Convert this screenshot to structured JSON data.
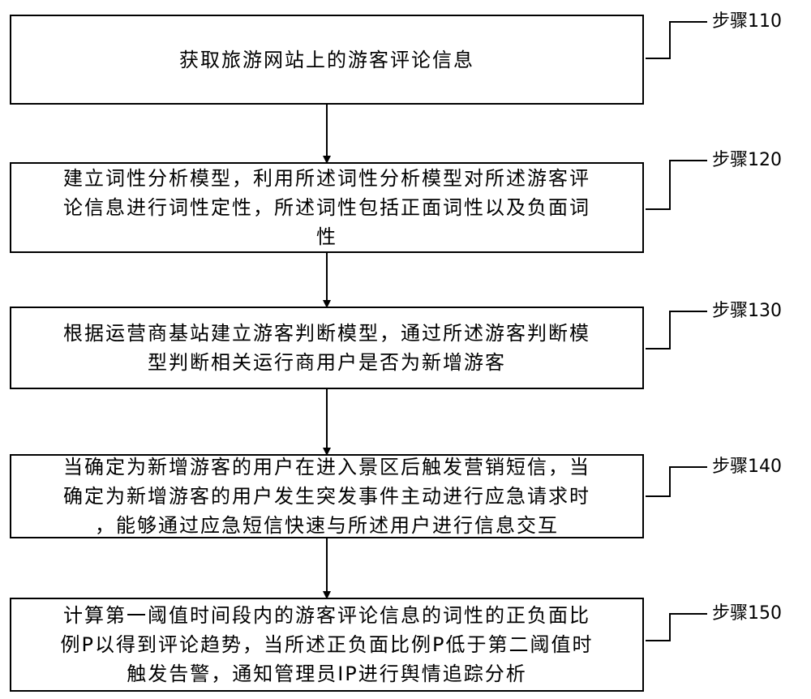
{
  "steps": [
    {
      "label": "步骤110",
      "text": "获取旅游网站上的游客评论信息"
    },
    {
      "label": "步骤120",
      "text": "建立词性分析模型，利用所述词性分析模型对所述游客评\n论信息进行词性定性，所述词性包括正面词性以及负面词\n性"
    },
    {
      "label": "步骤130",
      "text": "根据运营商基站建立游客判断模型，通过所述游客判断模\n型判断相关运行商用户是否为新增游客"
    },
    {
      "label": "步骤140",
      "text": "当确定为新增游客的用户在进入景区后触发营销短信，当\n确定为新增游客的用户发生突发事件主动进行应急请求时\n，能够通过应急短信快速与所述用户进行信息交互"
    },
    {
      "label": "步骤150",
      "text": "计算第一阈值时间段内的游客评论信息的词性的正负面比\n例P以得到评论趋势，当所述正负面比例P低于第二阈值时\n触发告警，通知管理员IP进行舆情追踪分析"
    }
  ]
}
